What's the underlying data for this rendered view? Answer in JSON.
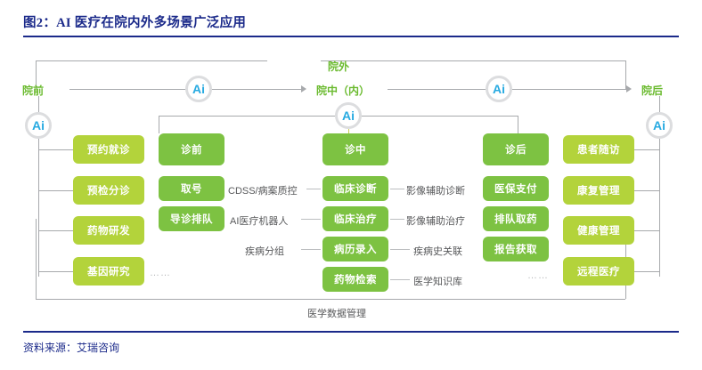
{
  "figure": {
    "title": "图2：AI 医疗在院内外多场景广泛应用",
    "source": "资料来源：艾瑞咨询",
    "bottom_label": "医学数据管理",
    "accent_navy": "#1b2a8a",
    "green_light": "#b3d33b",
    "green_medium": "#7dc242",
    "green_text": "#6aba2e",
    "ai_blue": "#27aae1",
    "line_gray": "#a7a9ac"
  },
  "stage_labels": {
    "outside": "院外",
    "before": "院前",
    "during": "院中（内）",
    "after": "院后"
  },
  "ai_badges": [
    {
      "label": "Ai",
      "name": "ai-badge-pre-hospital"
    },
    {
      "label": "Ai",
      "name": "ai-badge-flow-left"
    },
    {
      "label": "Ai",
      "name": "ai-badge-in-hospital"
    },
    {
      "label": "Ai",
      "name": "ai-badge-flow-right"
    },
    {
      "label": "Ai",
      "name": "ai-badge-post-hospital"
    },
    {
      "label": "Ai",
      "name": "ai-badge-center"
    }
  ],
  "columns": [
    {
      "id": "pre-hospital",
      "shade": "light",
      "items": [
        "预约就诊",
        "预检分诊",
        "药物研发",
        "基因研究"
      ],
      "ellipsis": "……"
    },
    {
      "id": "pre-consult",
      "shade": "medium",
      "header": "诊前",
      "items": [
        "取号",
        "导诊排队"
      ]
    },
    {
      "id": "in-consult",
      "shade": "medium",
      "header": "诊中",
      "items": [
        "临床诊断",
        "临床治疗",
        "病历录入",
        "药物检索"
      ]
    },
    {
      "id": "post-consult",
      "shade": "medium",
      "header": "诊后",
      "items": [
        "医保支付",
        "排队取药",
        "报告获取"
      ],
      "ellipsis": "……"
    },
    {
      "id": "post-hospital",
      "shade": "light",
      "items": [
        "患者随访",
        "康复管理",
        "健康管理",
        "远程医疗"
      ]
    }
  ],
  "side_labels_left": [
    "CDSS/病案质控",
    "AI医疗机器人",
    "疾病分组"
  ],
  "side_labels_right": [
    "影像辅助诊断",
    "影像辅助治疗",
    "疾病史关联",
    "医学知识库"
  ]
}
